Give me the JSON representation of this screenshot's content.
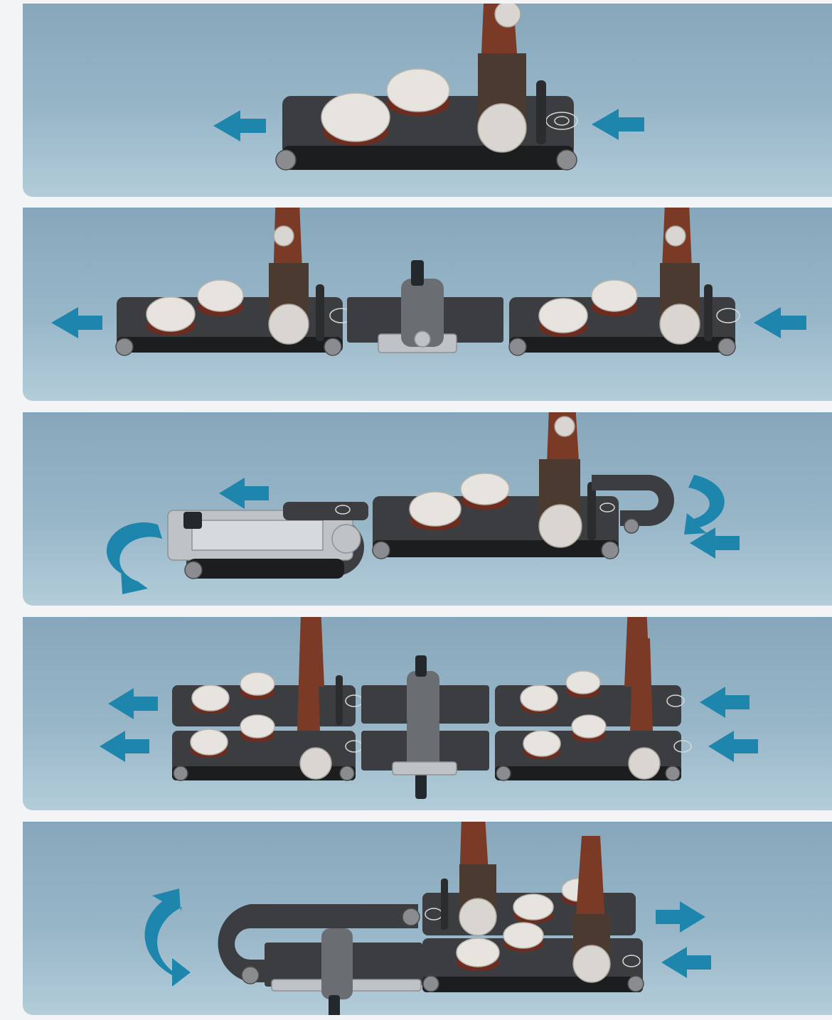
{
  "title": "",
  "panels": [
    {
      "id": 1,
      "description_icons": [
        "single-conveyor",
        "arrow-left",
        "arrow-left"
      ]
    },
    {
      "id": 2,
      "description_icons": [
        "conveyor",
        "connector-module",
        "conveyor",
        "arrow-left",
        "arrow-left"
      ]
    },
    {
      "id": 3,
      "description_icons": [
        "u-turn-conveyor",
        "arrow-left",
        "arrow-left",
        "curved-arrow",
        "curved-arrow"
      ]
    },
    {
      "id": 4,
      "description_icons": [
        "double-conveyor",
        "connector-module",
        "double-conveyor",
        "arrow-left",
        "arrow-left"
      ]
    },
    {
      "id": 5,
      "description_icons": [
        "u-turn-return",
        "curved-arrow",
        "arrow-right",
        "arrow-left"
      ]
    }
  ],
  "colors": {
    "arrow": "#1e86ad",
    "panel_top": "#86a7bb",
    "panel_bottom": "#b3ccd9"
  }
}
